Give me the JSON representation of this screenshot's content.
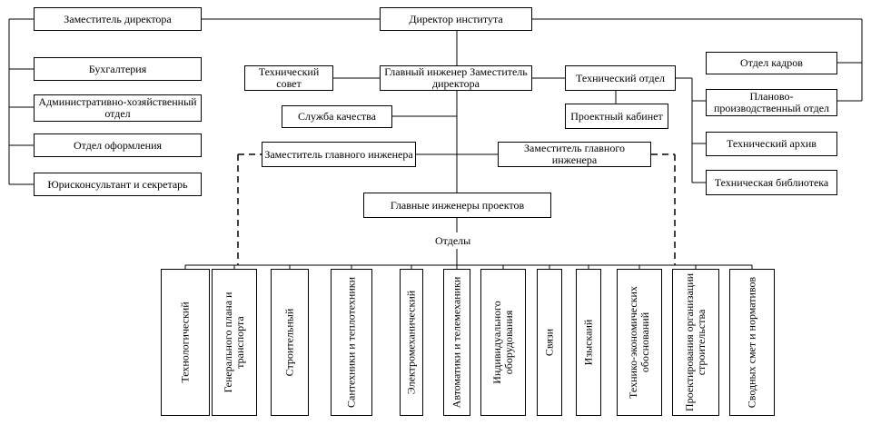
{
  "diagram": {
    "boxes": {
      "director": "Директор института",
      "deputy_director": "Заместитель директора",
      "accounting": "Бухгалтерия",
      "admin_dept": "Административно-хозяйственный отдел",
      "design_dept": "Отдел оформления",
      "legal": "Юрисконсультант и секретарь",
      "tech_council": "Технический совет",
      "chief_engineer": "Главный инженер Заместитель директора",
      "tech_dept": "Технический отдел",
      "project_cabinet": "Проектный кабинет",
      "quality_service": "Служба качества",
      "hr": "Отдел кадров",
      "planning_dept": "Планово-производственный отдел",
      "tech_archive": "Технический архив",
      "tech_library": "Техническая библиотека",
      "deputy_chief_left": "Заместитель главного инженера",
      "deputy_chief_right": "Заместитель главного инженера",
      "chief_project_engineers": "Главные инженеры проектов"
    },
    "departments_label": "Отделы",
    "departments": [
      "Технологический",
      "Генерального плана и транспорта",
      "Строительный",
      "Сантехники и теплотехники",
      "Электромеханический",
      "Автоматики и телемеханики",
      "Индивидуального оборудования",
      "Связи",
      "Изыскаий",
      "Технико-экономических обоснований",
      "Проектирования организации строительства",
      "Сводных смет и нормативов"
    ]
  }
}
